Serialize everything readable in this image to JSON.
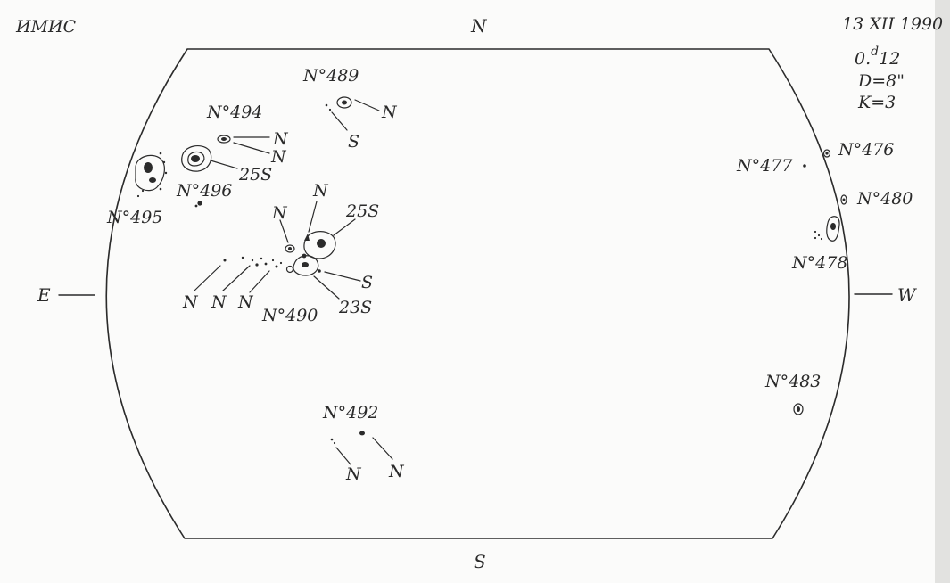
{
  "header": {
    "institute": "ИМИС",
    "date": "13 XII 1990",
    "time": "0.d12",
    "time_main": "0.",
    "time_sup": "d",
    "time_rest": "12",
    "diameter": "D=8\"",
    "k_value": "K=3"
  },
  "directions": {
    "north": "N",
    "south": "S",
    "east": "E",
    "west": "W"
  },
  "groups": {
    "g489": "N°489",
    "g494": "N°494",
    "g495": "N°495",
    "g496": "N°496",
    "g490": "N°490",
    "g492": "N°492",
    "g477": "N°477",
    "g476": "N°476",
    "g480": "N°480",
    "g478": "N°478",
    "g483": "N°483"
  },
  "polarity": {
    "p489_n": "N",
    "p489_s": "S",
    "p494_n1": "N",
    "p494_n2": "N",
    "p496_s": "25S",
    "p490_n_top1": "N",
    "p490_n_top2": "N",
    "p490_s_top": "25S",
    "p490_s_mid": "S",
    "p490_s_bottom": "23S",
    "p490_n_low1": "N",
    "p490_n_low2": "N",
    "p490_n_low3": "N",
    "p492_n1": "N",
    "p492_n2": "N"
  }
}
